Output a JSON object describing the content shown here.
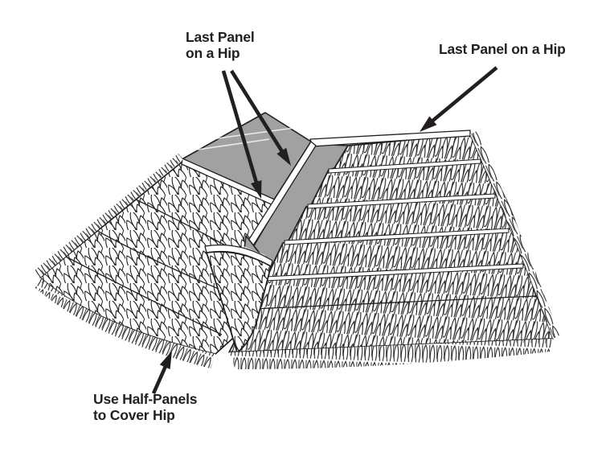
{
  "figure": {
    "type": "instructional-diagram",
    "subject": "Thatch panel installation on a hip roof",
    "labels": {
      "last_panel_top": {
        "line1": "Last Panel",
        "line2": "on a Hip"
      },
      "last_panel_right": {
        "text": "Last Panel on a Hip"
      },
      "half_panels": {
        "line1": "Use Half-Panels",
        "line2": "to Cover Hip"
      }
    },
    "colors": {
      "ink": "#231f20",
      "deck_gray": "#a1a1a1",
      "background": "#ffffff"
    }
  }
}
